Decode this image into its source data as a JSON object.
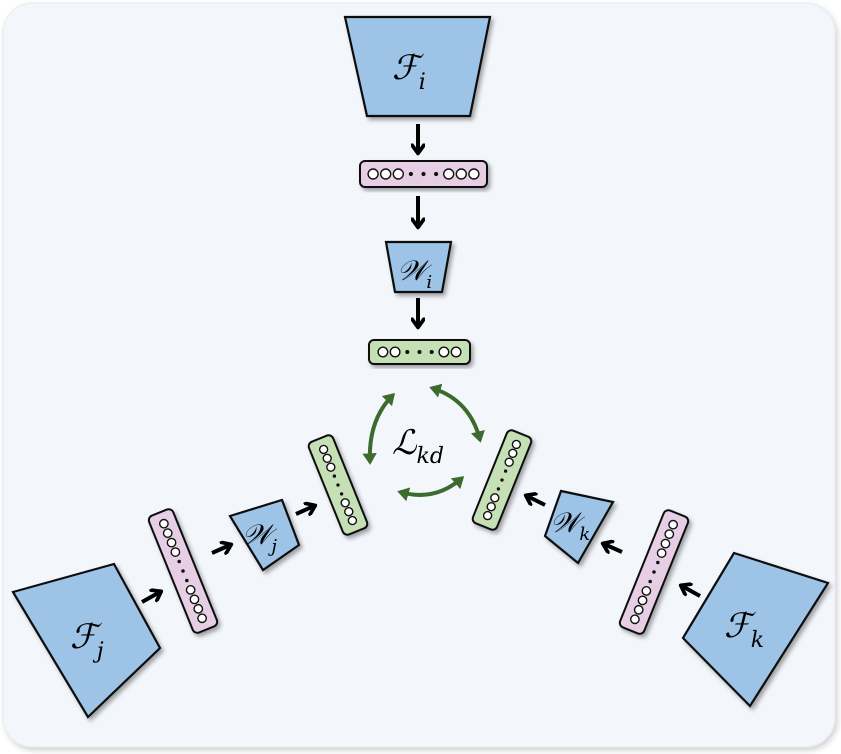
{
  "labels": {
    "f_i": "ℱ",
    "f_i_sub": "i",
    "f_j": "ℱ",
    "f_j_sub": "j",
    "f_k": "ℱ",
    "f_k_sub": "k",
    "w_i": "𝒲",
    "w_i_sub": "i",
    "w_j": "𝒲",
    "w_j_sub": "j",
    "w_k": "𝒲",
    "w_k_sub": "k",
    "loss": "ℒ",
    "loss_sub": "kd"
  },
  "colors": {
    "background": "#f3f7fc",
    "block_fill": "#9dc3e6",
    "feature_pink": "#e6cfe4",
    "feature_green": "#c5e0b4",
    "cycle_arrow": "#3d6b2e",
    "arrow": "#000000"
  }
}
